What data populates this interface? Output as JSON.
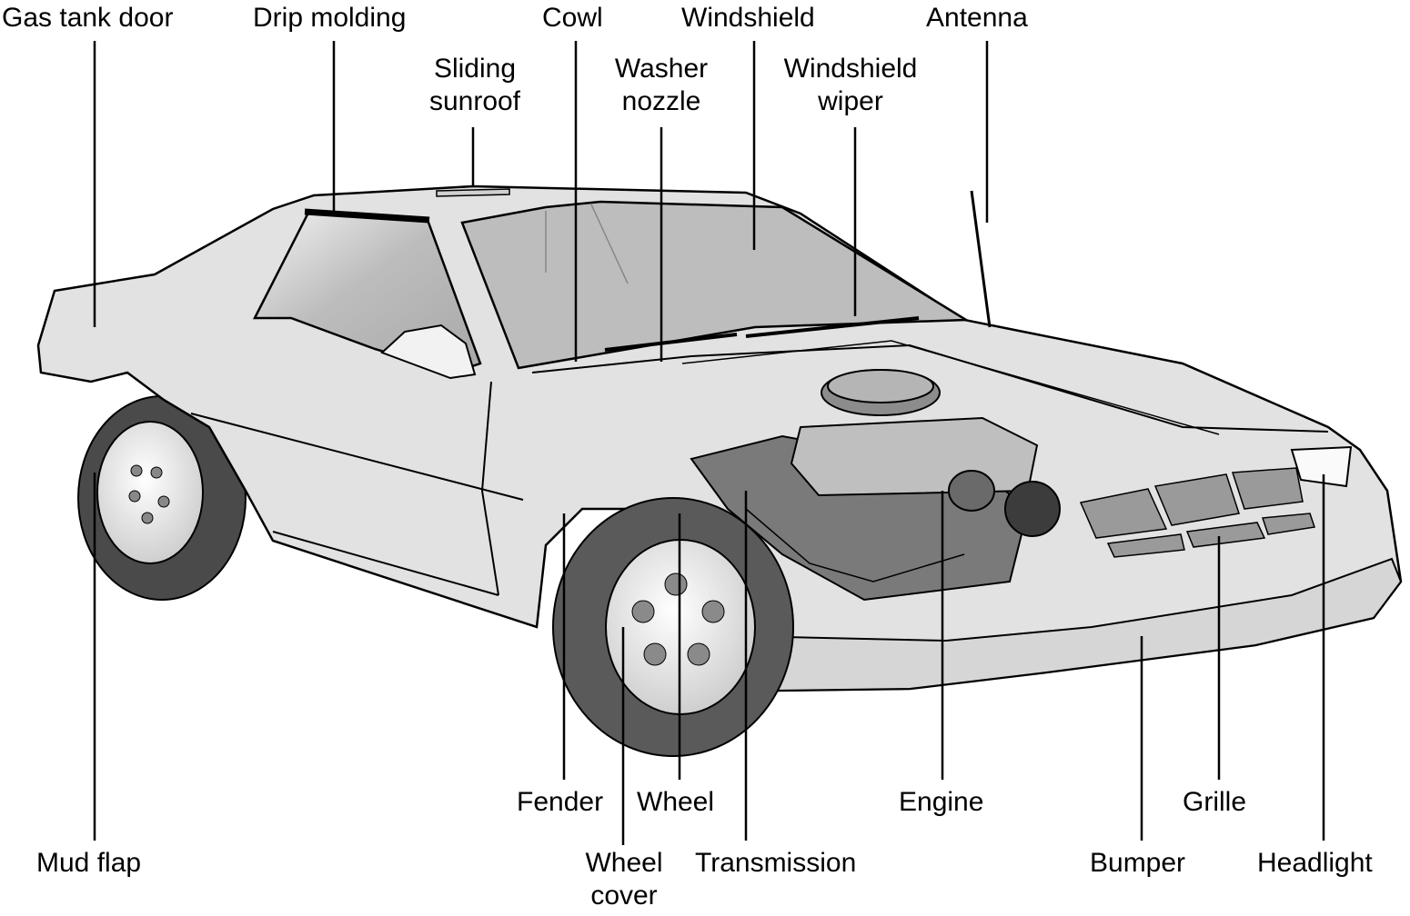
{
  "labels": {
    "gas_tank_door": "Gas tank door",
    "drip_molding": "Drip molding",
    "cowl": "Cowl",
    "windshield": "Windshield",
    "antenna": "Antenna",
    "sliding_sunroof": [
      "Sliding",
      "sunroof"
    ],
    "washer_nozzle": [
      "Washer",
      "nozzle"
    ],
    "windshield_wiper": [
      "Windshield",
      "wiper"
    ],
    "mud_flap": "Mud flap",
    "fender": "Fender",
    "wheel": "Wheel",
    "wheel_cover": [
      "Wheel",
      "cover"
    ],
    "transmission": "Transmission",
    "engine": "Engine",
    "bumper": "Bumper",
    "grille": "Grille",
    "headlight": "Headlight"
  },
  "colors": {
    "body_light": "#e2e2e2",
    "body_mid": "#c8c8c8",
    "glass": "#b8b8b8",
    "tire": "#5a5a5a",
    "ink": "#000000"
  }
}
